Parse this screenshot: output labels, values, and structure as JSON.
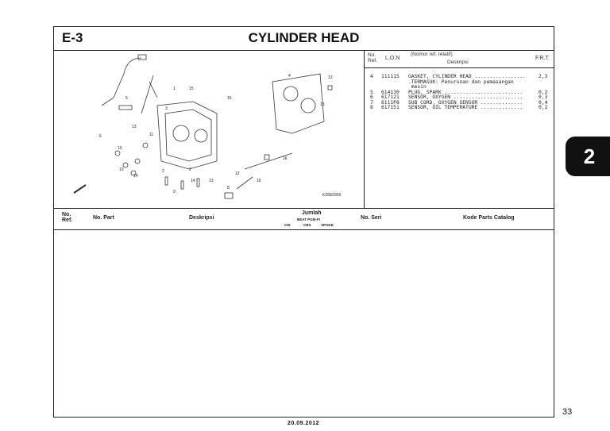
{
  "header": {
    "code": "E-3",
    "title": "CYLINDER HEAD"
  },
  "parts_list": {
    "col_no_ref": "No. Ref.",
    "col_lon": "L.O.N",
    "col_desc_note": "(Nomor ref. relatif)",
    "col_desc": "Deskripsi",
    "col_frt": "F.R.T.",
    "rows": [
      {
        "ref": "4",
        "lon": "111115",
        "desc": "GASKET, CYLINDER HEAD .................",
        "frt": "2,3"
      },
      {
        "ref": "",
        "lon": "",
        "desc": ".TERMASUK: Penurunan dan pemasangan",
        "frt": ""
      },
      {
        "ref": "",
        "lon": "",
        "desc": " mesin",
        "frt": ""
      },
      {
        "ref": "5",
        "lon": "614130",
        "desc": "PLUG, SPARK ..........................",
        "frt": "0,2"
      },
      {
        "ref": "6",
        "lon": "617121",
        "desc": "SENSOR, OXYGEN .......................",
        "frt": "0,3"
      },
      {
        "ref": "7",
        "lon": "6111P8",
        "desc": "SUB CORD, OXYGEN SENSOR ..............",
        "frt": "0,4"
      },
      {
        "ref": "8",
        "lon": "617151",
        "desc": "SENSOR, OIL TEMPERATURE ..............",
        "frt": "0,2"
      }
    ]
  },
  "diagram": {
    "code": "K25E0300",
    "callouts": [
      "1",
      "2",
      "3",
      "4",
      "5",
      "6",
      "7",
      "8",
      "9",
      "10",
      "11",
      "12",
      "13",
      "14",
      "15",
      "16"
    ]
  },
  "table_header": {
    "no_ref": "No. Ref.",
    "no_part": "No. Part",
    "deskripsi": "Deskripsi",
    "jumlah": "Jumlah",
    "model": "BEAT PGM-FI",
    "cw": "CW",
    "cbs": "CBS",
    "spoke": "SPOKE",
    "no_seri": "No. Seri",
    "kode": "Kode Parts Catalog"
  },
  "footer": {
    "page": "33",
    "date": "20.09.2012",
    "section_tab": "2"
  }
}
